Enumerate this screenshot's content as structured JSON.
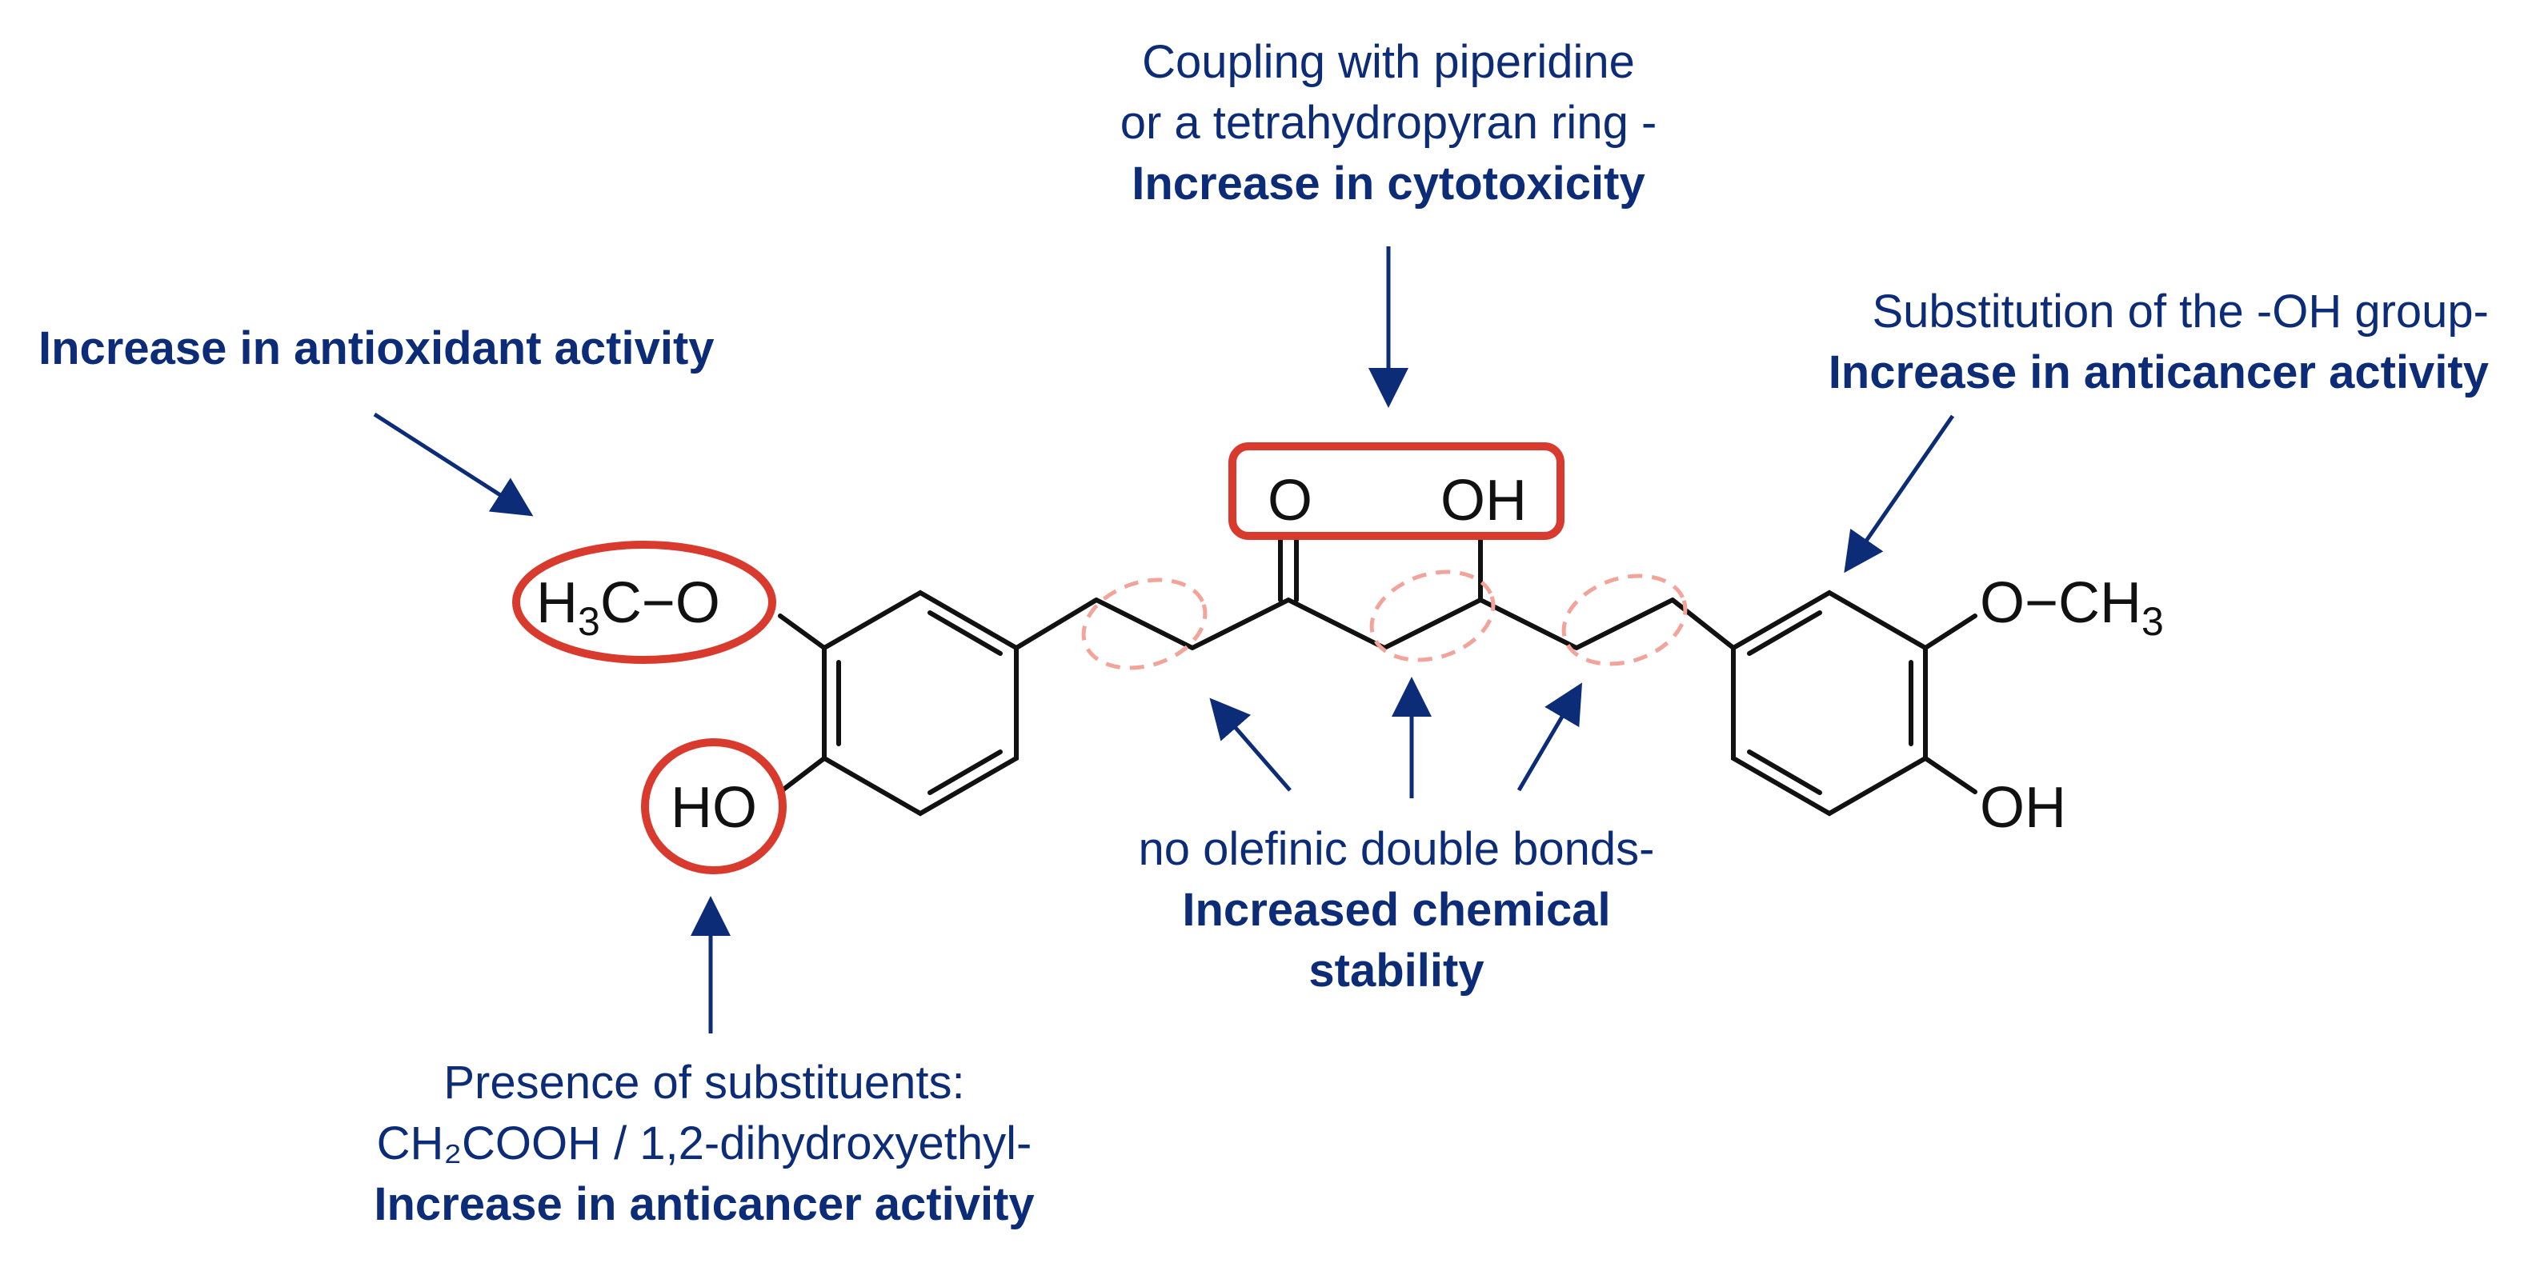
{
  "annotations": {
    "coupling": {
      "line1": "Coupling with piperidine",
      "line2": "or a tetrahydropyran ring -",
      "emphasis": "Increase in cytotoxicity"
    },
    "antioxidant": {
      "emphasis": "Increase in antioxidant activity"
    },
    "oh_substitution": {
      "line1": "Substitution of the -OH group-",
      "emphasis": "Increase in anticancer activity"
    },
    "olefinic": {
      "line1": "no olefinic double bonds-",
      "emphasis1": "Increased chemical",
      "emphasis2": "stability"
    },
    "substituents": {
      "line1": "Presence of substituents:",
      "line2": "CH₂COOH / 1,2-dihydroxyethyl-",
      "emphasis": "Increase in anticancer activity"
    }
  },
  "structure": {
    "left_methoxy": {
      "h": "H",
      "sub": "3",
      "rest": "C−O"
    },
    "left_hydroxyl": "HO",
    "ketone_oxygen": "O",
    "secondary_hydroxyl": "OH",
    "right_methoxy": {
      "lead": "O−CH",
      "sub": "3"
    },
    "right_hydroxyl": "OH"
  },
  "colors": {
    "annotation_text": "#0d2c78",
    "arrow": "#0d2c78",
    "highlight": "#d83a2e",
    "dashed_highlight": "#f2a49a",
    "bond": "#111111"
  }
}
